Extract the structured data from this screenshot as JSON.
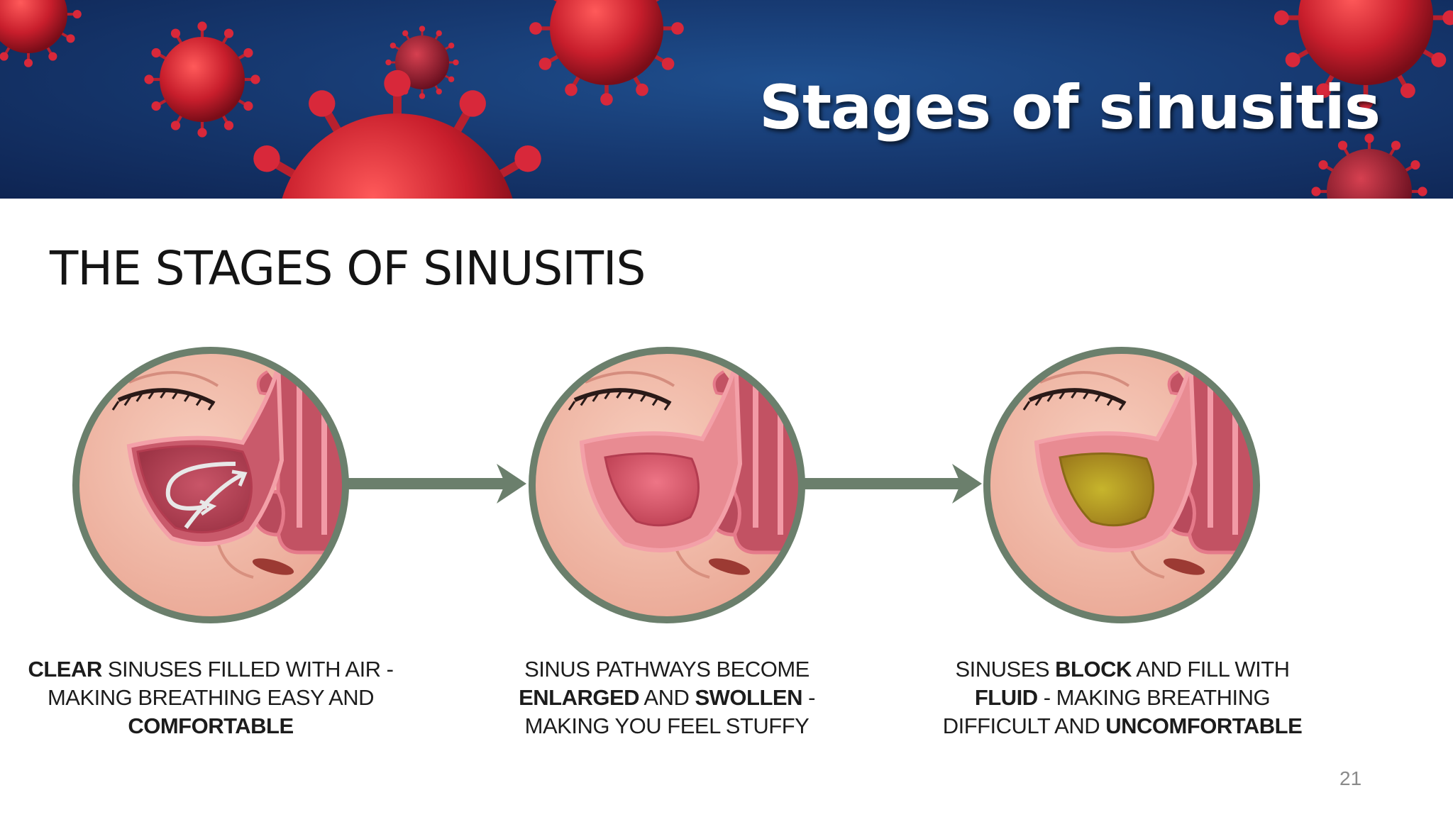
{
  "slide": {
    "title": "Stages of sinusitis",
    "page_number": "21"
  },
  "diagram": {
    "heading": "THE STAGES OF SINUSITIS",
    "stages": [
      {
        "caption": [
          {
            "text": "CLEAR",
            "bold": true
          },
          {
            "text": " SINUSES FILLED WITH AIR - MAKING BREATHING EASY AND ",
            "bold": false
          },
          {
            "text": "COMFORTABLE",
            "bold": true
          }
        ],
        "sinus_fill": "#b8475a"
      },
      {
        "caption": [
          {
            "text": "SINUS PATHWAYS BECOME ",
            "bold": false
          },
          {
            "text": "ENLARGED",
            "bold": true
          },
          {
            "text": " AND ",
            "bold": false
          },
          {
            "text": "SWOLLEN",
            "bold": true
          },
          {
            "text": " - MAKING YOU FEEL STUFFY",
            "bold": false
          }
        ],
        "sinus_fill": "#d45a6c"
      },
      {
        "caption": [
          {
            "text": "SINUSES ",
            "bold": false
          },
          {
            "text": "BLOCK",
            "bold": true
          },
          {
            "text": " AND FILL WITH ",
            "bold": false
          },
          {
            "text": "FLUID",
            "bold": true
          },
          {
            "text": " - MAKING BREATHING DIFFICULT AND ",
            "bold": false
          },
          {
            "text": "UNCOMFORTABLE",
            "bold": true
          }
        ],
        "sinus_fill": "#b0961e"
      }
    ]
  },
  "colors": {
    "ring": "#6b7f6c",
    "arrow": "#6b7f6c",
    "skin": "#f1b8a6",
    "banner_blue": "#173a72",
    "virus_red": "#d8283a"
  }
}
